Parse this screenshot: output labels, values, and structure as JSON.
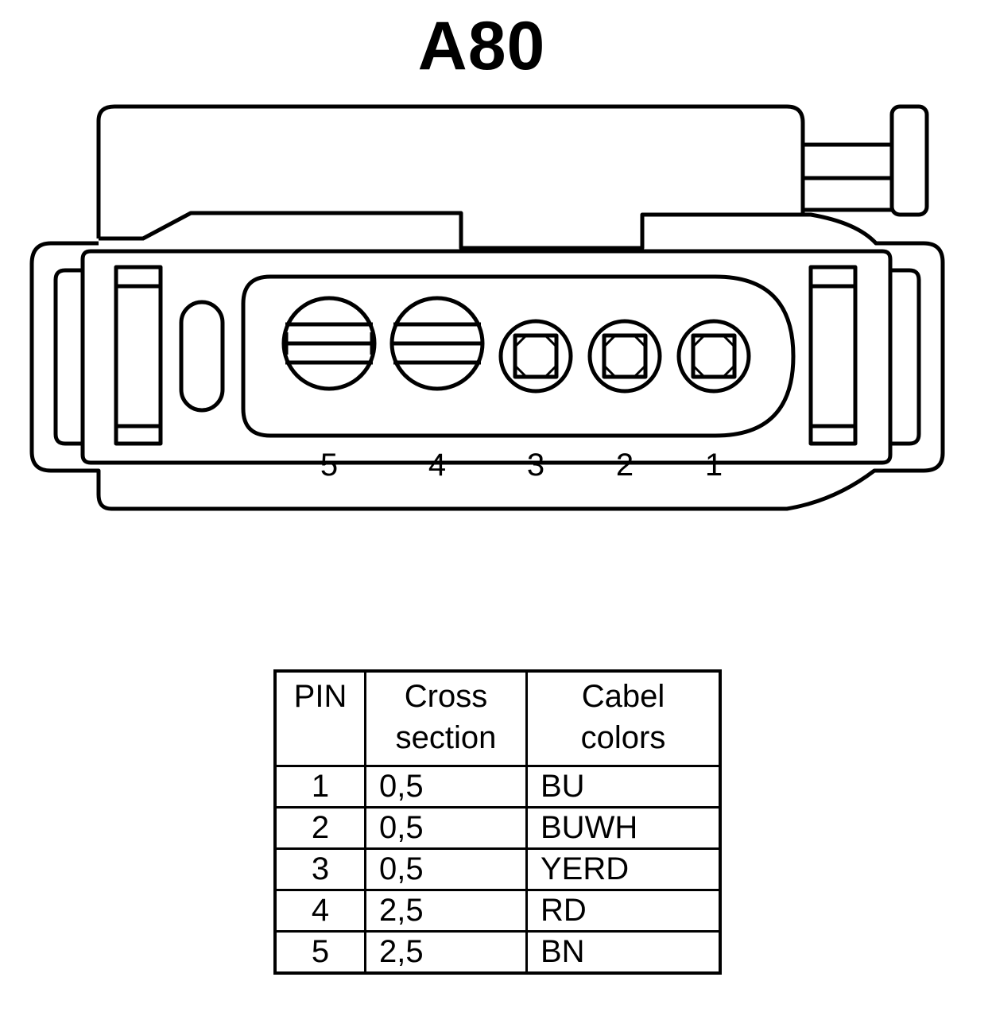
{
  "title": "A80",
  "connector": {
    "pins": [
      {
        "label": "5",
        "type": "large"
      },
      {
        "label": "4",
        "type": "large"
      },
      {
        "label": "3",
        "type": "small"
      },
      {
        "label": "2",
        "type": "small"
      },
      {
        "label": "1",
        "type": "small"
      }
    ]
  },
  "table": {
    "headers": {
      "pin": "PIN",
      "cross_line1": "Cross",
      "cross_line2": "section",
      "color_line1": "Cabel",
      "color_line2": "colors"
    },
    "rows": [
      {
        "pin": "1",
        "cross_section": "0,5",
        "color": "BU"
      },
      {
        "pin": "2",
        "cross_section": "0,5",
        "color": "BUWH"
      },
      {
        "pin": "3",
        "cross_section": "0,5",
        "color": "YERD"
      },
      {
        "pin": "4",
        "cross_section": "2,5",
        "color": "RD"
      },
      {
        "pin": "5",
        "cross_section": "2,5",
        "color": "BN"
      }
    ]
  }
}
